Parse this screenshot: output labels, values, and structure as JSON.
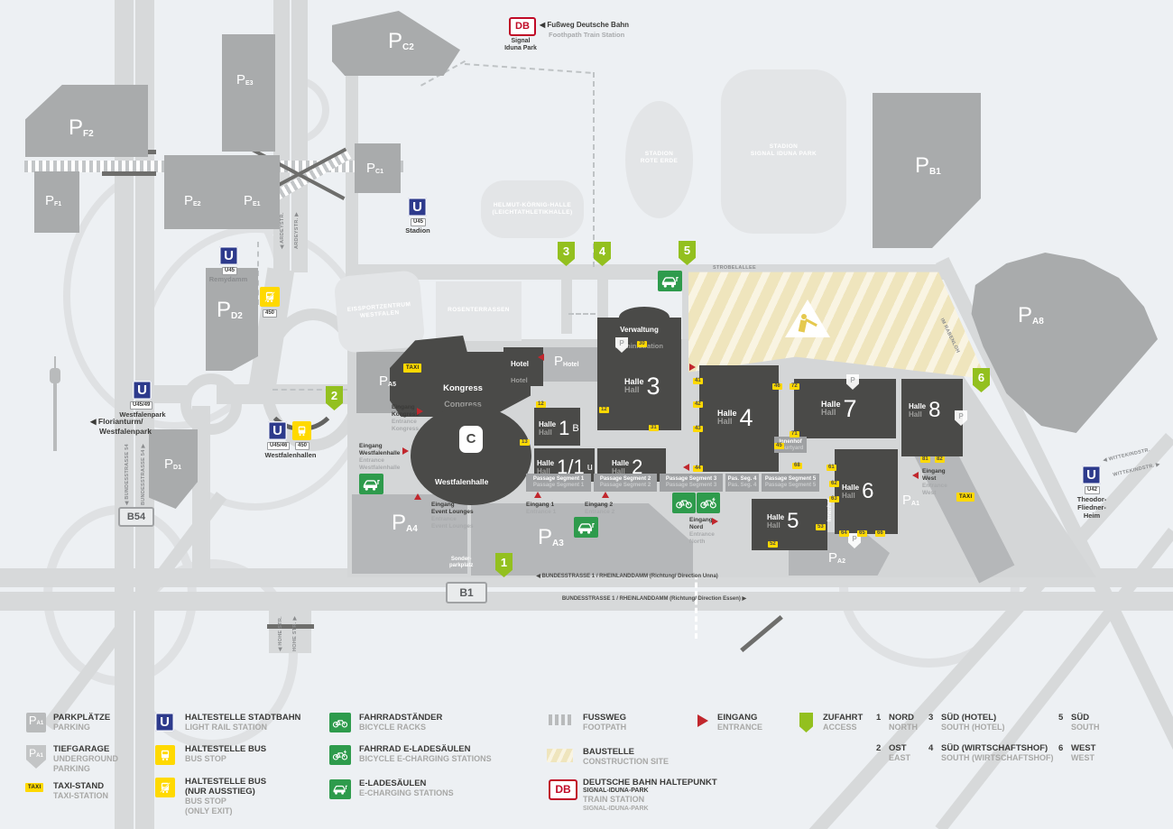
{
  "colors": {
    "background": "#edf0f3",
    "road": "#d7d9da",
    "parking_gray": "#a9abac",
    "hall_dark": "#4a4a48",
    "light_building": "#e3e5e7",
    "access_green": "#93c01f",
    "eco_green": "#2e9b4c",
    "transit_yellow": "#ffd900",
    "u_blue": "#2d3a8c",
    "db_red": "#c00a26",
    "entrance_red": "#c1272d",
    "construction_cream": "#f3e9c6"
  },
  "map": {
    "p_letter": "P",
    "parkings": {
      "f2": "F2",
      "f1": "F1",
      "e3": "E3",
      "e2": "E2",
      "e1": "E1",
      "c2": "C2",
      "c1": "C1",
      "b1": "B1",
      "a8": "A8",
      "d2": "D2",
      "d1": "D1",
      "a5": "A5",
      "a4": "A4",
      "a3": "A3",
      "a2": "A2",
      "a1": "A1",
      "hotel": "Hotel"
    },
    "halls": {
      "de": "Halle",
      "en": "Hall",
      "h3": "3",
      "h4": "4",
      "h5": "5",
      "h6": "6",
      "h7": "7",
      "h8": "8",
      "h2": "2",
      "h1b_n": "1",
      "h1b_sub": "B",
      "h11u_n": "1/1",
      "h11u_sub": "u"
    },
    "buildings": {
      "verwaltung_de": "Verwaltung",
      "verwaltung_en": "Administration",
      "kongress_de": "Kongress",
      "kongress_en": "Congress",
      "westfalenhalle": "Westfalenhalle",
      "westfalenhalle_logo": "C",
      "hotel_de": "Hotel",
      "hotel_en": "Hotel",
      "stadion_sip_1": "STADION",
      "stadion_sip_2": "SIGNAL IDUNA PARK",
      "rote_erde_1": "STADION",
      "rote_erde_2": "ROTE ERDE",
      "helmut_1": "HELMUT-KÖRNIG-HALLE",
      "helmut_2": "(LEICHTATHLETIKHALLE)",
      "eissport_1": "EISSPORTZENTRUM",
      "eissport_2": "WESTFALEN",
      "rosen": "ROSENTERRASSEN"
    },
    "streets": {
      "strobelallee": "STROBELALLEE",
      "im_rabenloh": "IM RABENLOH",
      "wittekind_l": "◀ WITTEKINDSTR.",
      "wittekind_r": "WITTEKINDSTR. ▶",
      "hohe_l": "◀ HOHE STR.",
      "hohe_r": "HOHE STR. ▶",
      "b54_l": "◀ BUNDESSTRASSE 54",
      "b54_r": "BUNDESSTRASSE 54 ▶",
      "ardey_l": "◀ ARDEYSTR.",
      "ardey_r": "ARDEYSTR. ▶",
      "b1_unna": "◀ BUNDESSTRASSE 1 / RHEINLANDDAMM (Richtung/ Direction Unna)",
      "b1_essen": "BUNDESSTRASSE 1 / RHEINLANDDAMM (Richtung/ Direction Essen) ▶",
      "b54_badge": "B54",
      "b1_badge": "B1"
    },
    "stations": {
      "u_letter": "U",
      "db_logo": "DB",
      "db_name_1": "Signal",
      "db_name_2": "Iduna Park",
      "db_path_de": "◀ Fußweg Deutsche Bahn",
      "db_path_en": "Foothpath Train Station",
      "u_stadion_lines": "U45",
      "u_stadion_name": "Stadion",
      "u_remydamm_lines": "U45",
      "u_remydamm_name": "Remydamm",
      "u_wfpark_lines": "U45/49",
      "u_wfpark_name": "Westfalenpark",
      "u_wfhallen_lines": "U45/46",
      "u_wfhallen_name": "Westfalenhallen",
      "bus_line_a": "450",
      "bus_line_b": "450",
      "u42_lines": "U42",
      "u42_name_1": "Theodor-",
      "u42_name_2": "Fliedner-",
      "u42_name_3": "Heim"
    },
    "entrances": {
      "kongress_de_1": "Eingang",
      "kongress_de_2": "Kongress",
      "kongress_en_1": "Entrance",
      "kongress_en_2": "Kongress",
      "wfhalle_de_1": "Eingang",
      "wfhalle_de_2": "Westfalenhalle",
      "wfhalle_en_1": "Entrance",
      "wfhalle_en_2": "Westfalenhalle",
      "event_de_1": "Eingang",
      "event_de_2": "Event Lounges",
      "event_en_1": "Entrance",
      "event_en_2": "Event Lounges",
      "e1_de": "Eingang 1",
      "e1_en": "Entrance 1",
      "e2_de": "Eingang 2",
      "e2_en": "Entrance 2",
      "nord_de_1": "Eingang",
      "nord_de_2": "Nord",
      "nord_en_1": "Entrance",
      "nord_en_2": "North",
      "west_de_1": "Eingang",
      "west_de_2": "West",
      "west_en_1": "Entrance",
      "west_en_2": "West"
    },
    "passages": {
      "s1": "Passage Segment 1",
      "s2": "Passage Segment 2",
      "s3": "Passage Segment 3",
      "s4": "Pas. Seg. 4",
      "s5": "Passage Segment 5"
    },
    "badges": {
      "n30": "30",
      "n12a": "12",
      "n31": "31",
      "n12b": "12",
      "n13": "13",
      "n41": "41",
      "n42": "42",
      "n43": "43",
      "n44": "44",
      "n45": "45",
      "n46": "46",
      "n72": "72",
      "n71": "71",
      "n68": "68",
      "n61": "61",
      "n62": "62",
      "n63": "63",
      "n64": "64",
      "n65": "65",
      "n66": "66",
      "n81": "81",
      "n82": "82",
      "n52": "52",
      "n53": "53"
    },
    "markers": {
      "m1": "1",
      "m2": "2",
      "m3": "3",
      "m4": "4",
      "m5": "5",
      "m6": "6"
    },
    "misc": {
      "florianturm_1": "◀ Florianturm/",
      "florianturm_2": "Westfalenpark",
      "sonder_1": "Sonder-",
      "sonder_2": "parkplatz",
      "innenhof_de": "Innenhof",
      "innenhof_en": "Courtyard",
      "innenhof_v": "Innenhof",
      "taxi": "TAXI"
    }
  },
  "legend": {
    "parking_de": "PARKPLÄTZE",
    "parking_en": "PARKING",
    "tiefgarage_de": "TIEFGARAGE",
    "tiefgarage_en_1": "UNDERGROUND",
    "tiefgarage_en_2": "PARKING",
    "taxi_de": "TAXI-STAND",
    "taxi_en": "TAXI-STATION",
    "stadtbahn_de": "HALTESTELLE STADTBAHN",
    "stadtbahn_en": "LIGHT RAIL STATION",
    "bus_de": "HALTESTELLE BUS",
    "bus_en": "BUS STOP",
    "bus_exit_de_1": "HALTESTELLE BUS",
    "bus_exit_de_2": "(NUR AUSSTIEG)",
    "bus_exit_en_1": "BUS STOP",
    "bus_exit_en_2": "(ONLY EXIT)",
    "bike_de": "FAHRRADSTÄNDER",
    "bike_en": "BICYCLE RACKS",
    "bike_charge_de": "FAHRRAD E-LADESÄULEN",
    "bike_charge_en": "BICYCLE E-CHARGING STATIONS",
    "car_charge_de": "E-LADESÄULEN",
    "car_charge_en": "E-CHARGING STATIONS",
    "fussweg_de": "FUSSWEG",
    "fussweg_en": "FOOTPATH",
    "baustelle_de": "BAUSTELLE",
    "baustelle_en": "CONSTRUCTION SITE",
    "db_de": "DEUTSCHE BAHN HALTEPUNKT",
    "db_de_sub": "SIGNAL-IDUNA-PARK",
    "db_en": "TRAIN STATION",
    "db_en_sub": "SIGNAL-IDUNA-PARK",
    "eingang_de": "EINGANG",
    "eingang_en": "ENTRANCE",
    "zufahrt_de": "ZUFAHRT",
    "zufahrt_en": "ACCESS",
    "p_sub": "A1",
    "db_logo": "DB",
    "p_letter": "P",
    "taxi": "TAXI",
    "u_letter": "U",
    "access_points": [
      {
        "num": "1",
        "de": "NORD",
        "en": "NORTH"
      },
      {
        "num": "2",
        "de": "OST",
        "en": "EAST"
      },
      {
        "num": "3",
        "de": "SÜD (HOTEL)",
        "en": "SOUTH (HOTEL)"
      },
      {
        "num": "4",
        "de": "SÜD (WIRTSCHAFTSHOF)",
        "en": "SOUTH (WIRTSCHAFTSHOF)"
      },
      {
        "num": "5",
        "de": "SÜD",
        "en": "SOUTH"
      },
      {
        "num": "6",
        "de": "WEST",
        "en": "WEST"
      }
    ]
  }
}
